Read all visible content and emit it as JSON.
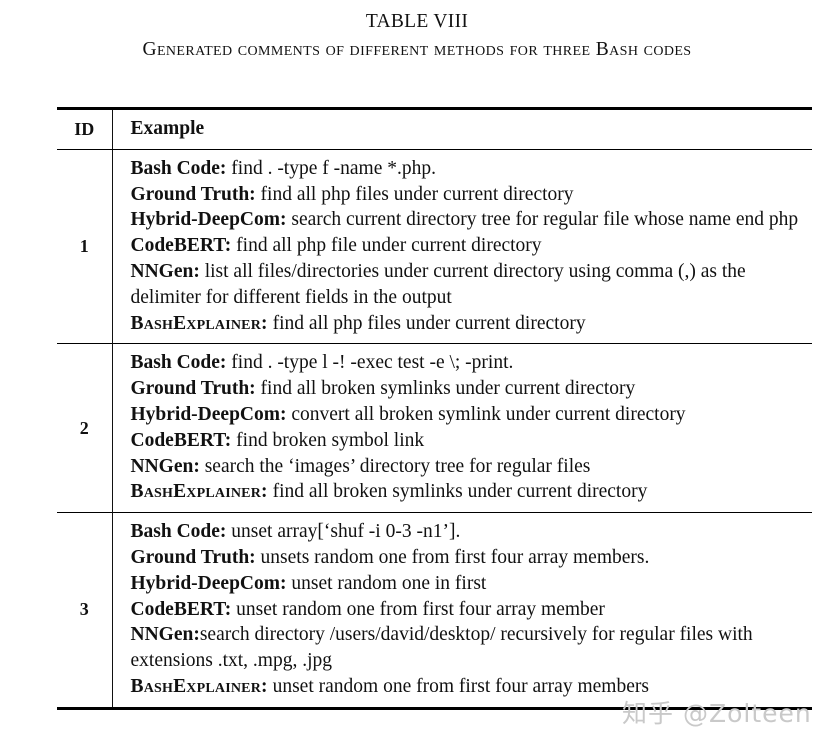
{
  "caption": {
    "number": "TABLE VIII",
    "title": "Generated comments of different methods for three Bash codes"
  },
  "table": {
    "headers": {
      "id": "ID",
      "example": "Example"
    },
    "rows": [
      {
        "id": "1",
        "entries": [
          {
            "label": "Bash Code:",
            "label_style": "bold",
            "text": "find . -type f -name *.php."
          },
          {
            "label": "Ground Truth:",
            "label_style": "bold",
            "text": "find all php files under current directory"
          },
          {
            "label": "Hybrid-DeepCom:",
            "label_style": "bold",
            "text": "search current directory tree for regular file whose name end php"
          },
          {
            "label": "CodeBERT:",
            "label_style": "bold",
            "text": "find all php file under current directory"
          },
          {
            "label": "NNGen:",
            "label_style": "bold",
            "text": "list all files/directories under current directory using comma (,) as the delimiter for different fields in the output"
          },
          {
            "label": "BashExplainer:",
            "label_style": "smallcaps",
            "text": "find all php files under current directory"
          }
        ]
      },
      {
        "id": "2",
        "entries": [
          {
            "label": "Bash Code:",
            "label_style": "bold",
            "text": "find . -type l -! -exec test -e  \\; -print."
          },
          {
            "label": "Ground Truth:",
            "label_style": "bold",
            "text": "find all broken symlinks under current directory"
          },
          {
            "label": "Hybrid-DeepCom:",
            "label_style": "bold",
            "text": "convert all broken symlink under current directory"
          },
          {
            "label": "CodeBERT:",
            "label_style": "bold",
            "text": "find broken symbol link"
          },
          {
            "label": "NNGen:",
            "label_style": "bold",
            "text": "search the ‘images’ directory tree for regular files"
          },
          {
            "label": "BashExplainer:",
            "label_style": "smallcaps",
            "text": "find all broken symlinks under current directory"
          }
        ]
      },
      {
        "id": "3",
        "entries": [
          {
            "label": "Bash Code:",
            "label_style": "bold",
            "text": "unset array[‘shuf -i 0-3 -n1’]."
          },
          {
            "label": "Ground Truth:",
            "label_style": "bold",
            "text": "unsets random one from first four array members."
          },
          {
            "label": "Hybrid-DeepCom:",
            "label_style": "bold",
            "text": "unset random one in first"
          },
          {
            "label": "CodeBERT:",
            "label_style": "bold",
            "text": "unset random one from first four array member"
          },
          {
            "label": "NNGen:",
            "label_style": "bold",
            "no_space_after_label": true,
            "text": "search directory /users/david/desktop/ recursively for regular files with extensions .txt, .mpg, .jpg"
          },
          {
            "label": "BashExplainer:",
            "label_style": "smallcaps",
            "text": "unset random one from first four array members"
          }
        ]
      }
    ]
  },
  "watermark": {
    "text": "知乎 @Zolteen"
  },
  "colors": {
    "text": "#111111",
    "rule": "#000000",
    "watermark": "#c9c9c9",
    "background": "#ffffff"
  }
}
